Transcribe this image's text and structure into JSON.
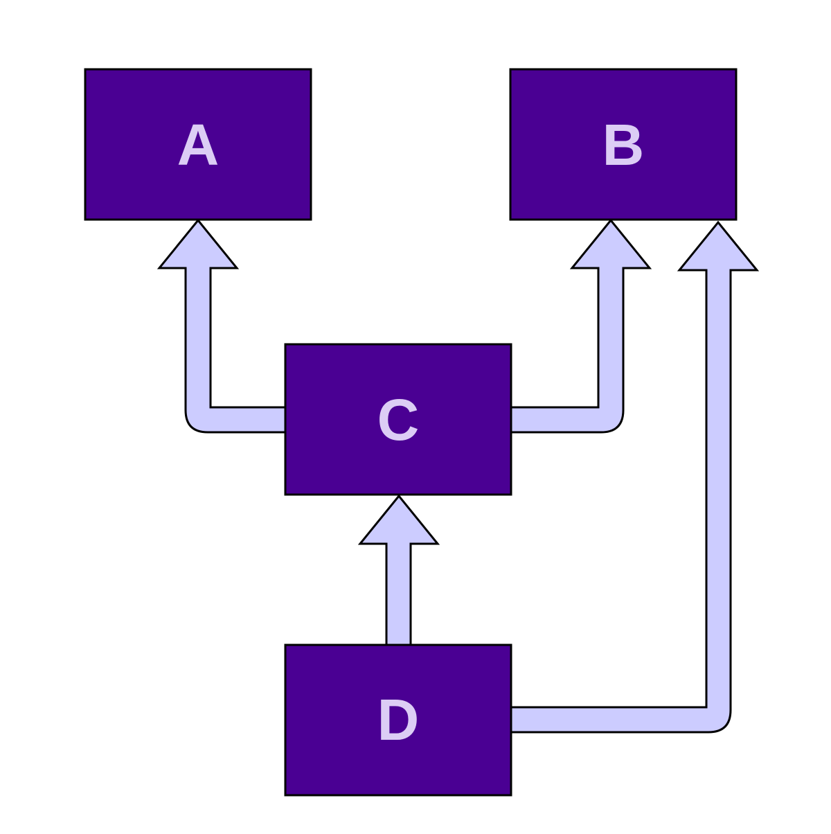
{
  "colors": {
    "background": "#ffffff",
    "node_fill": "#4a0093",
    "node_stroke": "#000000",
    "label": "#dccdf5",
    "arrow_fill": "#ccccff",
    "arrow_stroke": "#000000"
  },
  "nodes": {
    "a": {
      "label": "A"
    },
    "b": {
      "label": "B"
    },
    "c": {
      "label": "C"
    },
    "d": {
      "label": "D"
    }
  },
  "edges": [
    {
      "from": "C",
      "to": "A"
    },
    {
      "from": "C",
      "to": "B"
    },
    {
      "from": "D",
      "to": "C"
    },
    {
      "from": "D",
      "to": "B"
    }
  ]
}
